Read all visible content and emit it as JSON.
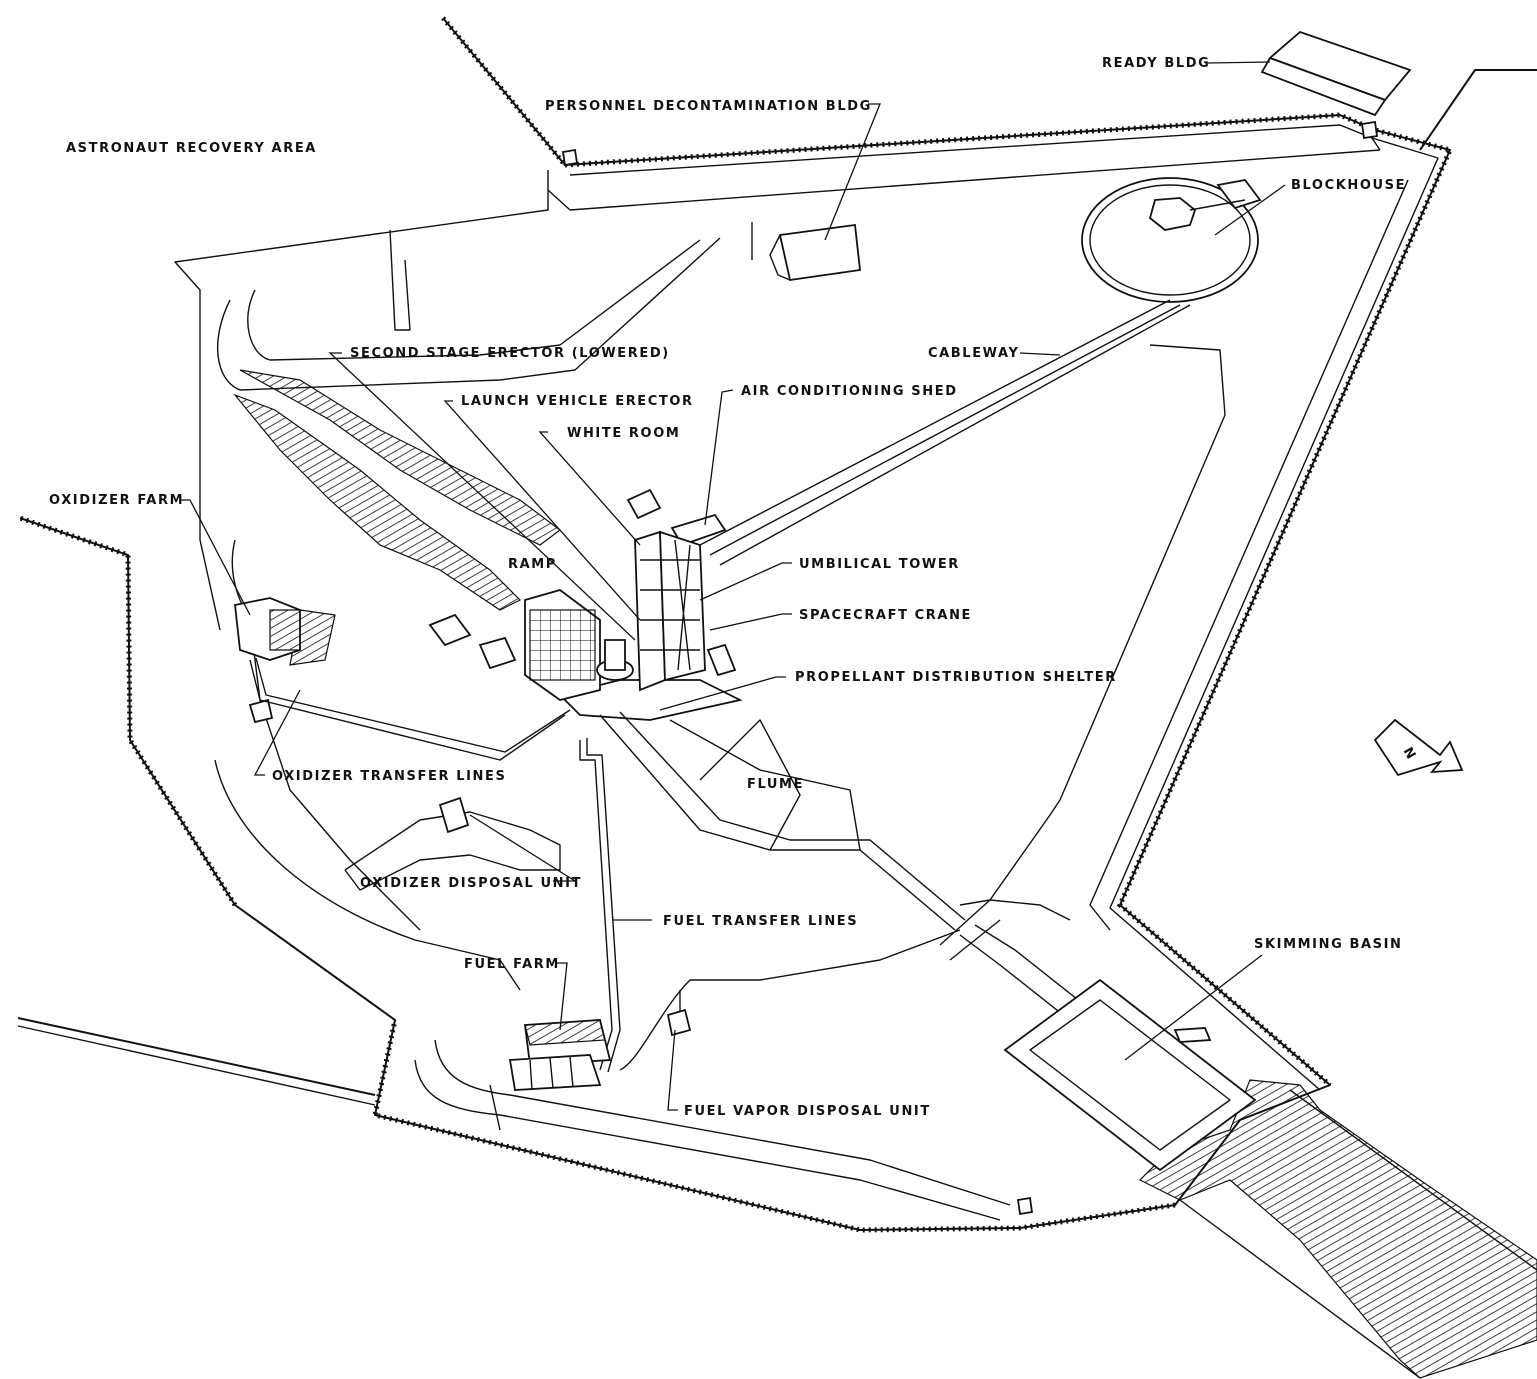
{
  "labels": {
    "astronaut_recovery_area": "ASTRONAUT RECOVERY AREA",
    "personnel_decontamination_bldg": "PERSONNEL DECONTAMINATION BLDG",
    "ready_bldg": "READY BLDG",
    "blockhouse": "BLOCKHOUSE",
    "cableway": "CABLEWAY",
    "second_stage_erector": "SECOND STAGE ERECTOR (LOWERED)",
    "launch_vehicle_erector": "LAUNCH VEHICLE ERECTOR",
    "air_conditioning_shed": "AIR CONDITIONING SHED",
    "white_room": "WHITE ROOM",
    "oxidizer_farm": "OXIDIZER FARM",
    "ramp": "RAMP",
    "umbilical_tower": "UMBILICAL TOWER",
    "spacecraft_crane": "SPACECRAFT CRANE",
    "propellant_distribution_shelter": "PROPELLANT DISTRIBUTION SHELTER",
    "oxidizer_transfer_lines": "OXIDIZER TRANSFER LINES",
    "flume": "FLUME",
    "oxidizer_disposal_unit": "OXIDIZER DISPOSAL UNIT",
    "fuel_transfer_lines": "FUEL TRANSFER LINES",
    "fuel_farm": "FUEL FARM",
    "skimming_basin": "SKIMMING BASIN",
    "fuel_vapor_disposal_unit": "FUEL VAPOR DISPOSAL UNIT",
    "north_marker": "N"
  },
  "icons": {
    "north_arrow": "north-arrow-icon"
  },
  "colors": {
    "ink": "#111111",
    "paper": "#ffffff"
  }
}
